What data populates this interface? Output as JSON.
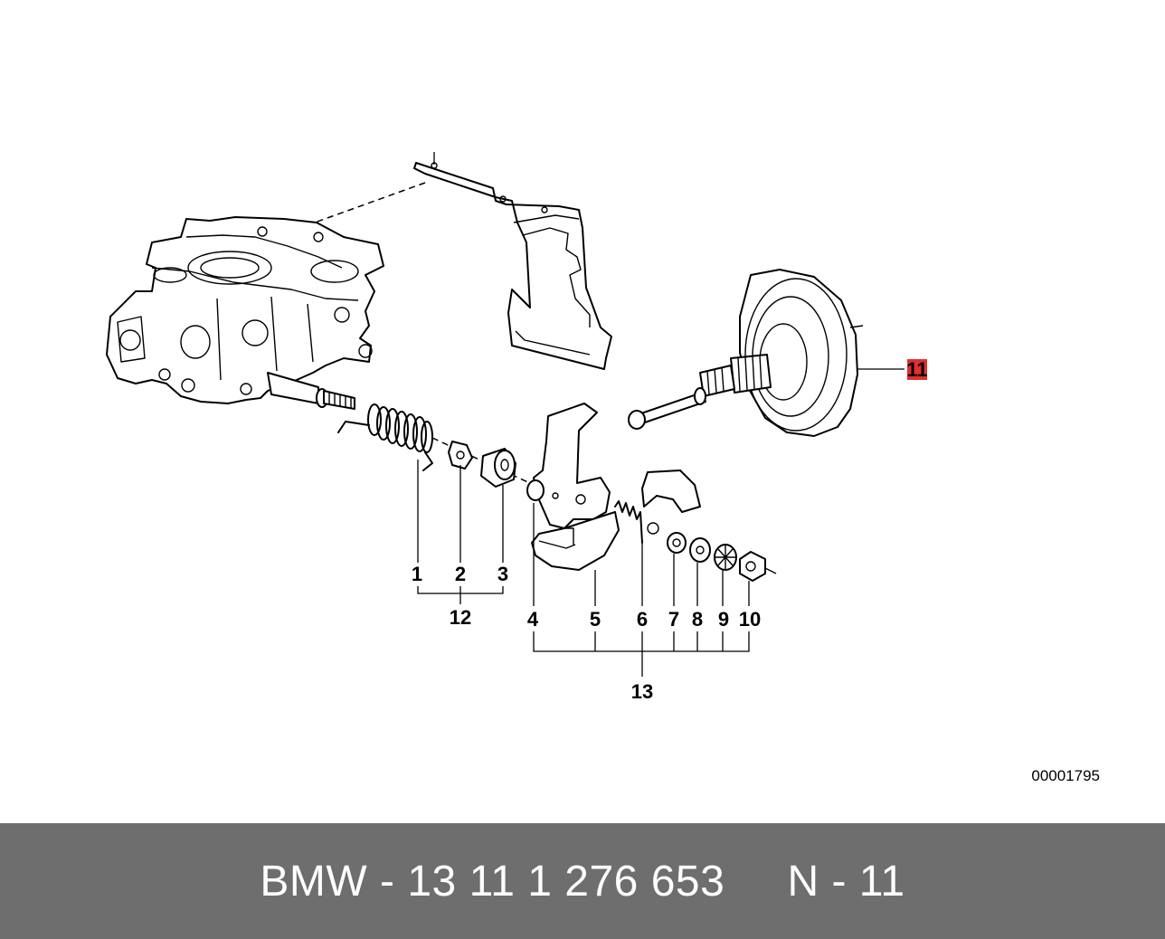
{
  "diagram": {
    "callouts": {
      "c1": "1",
      "c2": "2",
      "c3": "3",
      "c4": "4",
      "c5": "5",
      "c6": "6",
      "c7": "7",
      "c8": "8",
      "c9": "9",
      "c10": "10",
      "c11": "11",
      "c12": "12",
      "c13": "13"
    },
    "highlighted_callout": "11",
    "highlight_color": "#e03030",
    "drawing_id": "00001795"
  },
  "footer": {
    "text": "BMW - 13 11 1 276 653     N - 11",
    "background_color": "#6e6e6e",
    "text_color": "#ffffff"
  }
}
